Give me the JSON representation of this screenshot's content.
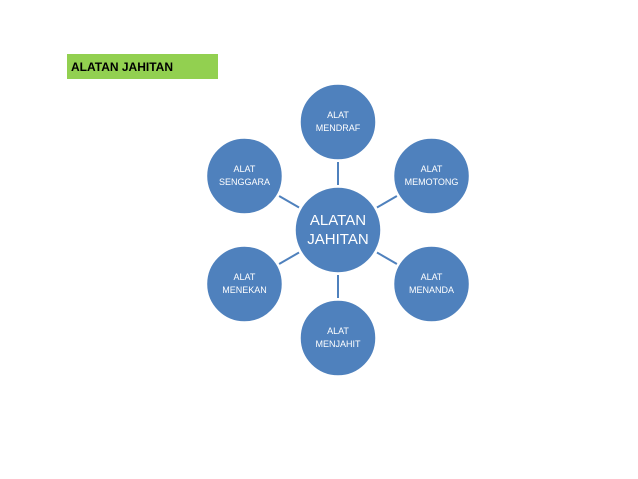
{
  "title": "ALATAN JAHITAN",
  "center": {
    "label": "ALATAN\nJAHITAN"
  },
  "nodes": [
    {
      "key": "mendraf",
      "label": "ALAT\nMENDRAF"
    },
    {
      "key": "memotong",
      "label": "ALAT\nMEMOTONG"
    },
    {
      "key": "menanda",
      "label": "ALAT\nMENANDA"
    },
    {
      "key": "menjahit",
      "label": "ALAT\nMENJAHIT"
    },
    {
      "key": "menekan",
      "label": "ALAT\nMENEKAN"
    },
    {
      "key": "senggara",
      "label": "ALAT\nSENGGARA"
    }
  ],
  "colors": {
    "node_fill": "#4f81bd",
    "node_stroke": "#ffffff",
    "connector": "#4f81bd",
    "title_bg": "#92d050"
  }
}
